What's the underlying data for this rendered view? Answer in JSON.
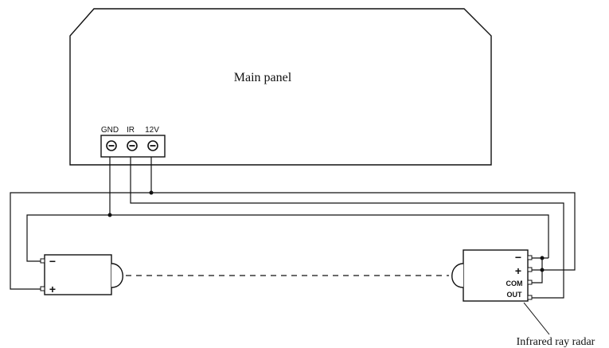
{
  "main_panel": {
    "label": "Main panel"
  },
  "terminals": [
    {
      "label": "GND",
      "symbol": "⊖"
    },
    {
      "label": "IR",
      "symbol": "⊖"
    },
    {
      "label": "12V",
      "symbol": "⊖"
    }
  ],
  "transmitter": {
    "minus_label": "−",
    "plus_label": "+"
  },
  "receiver": {
    "minus_label": "−",
    "plus_label": "+",
    "com_label": "COM",
    "out_label": "OUT"
  },
  "callout": {
    "label": "Infrared ray radar"
  }
}
